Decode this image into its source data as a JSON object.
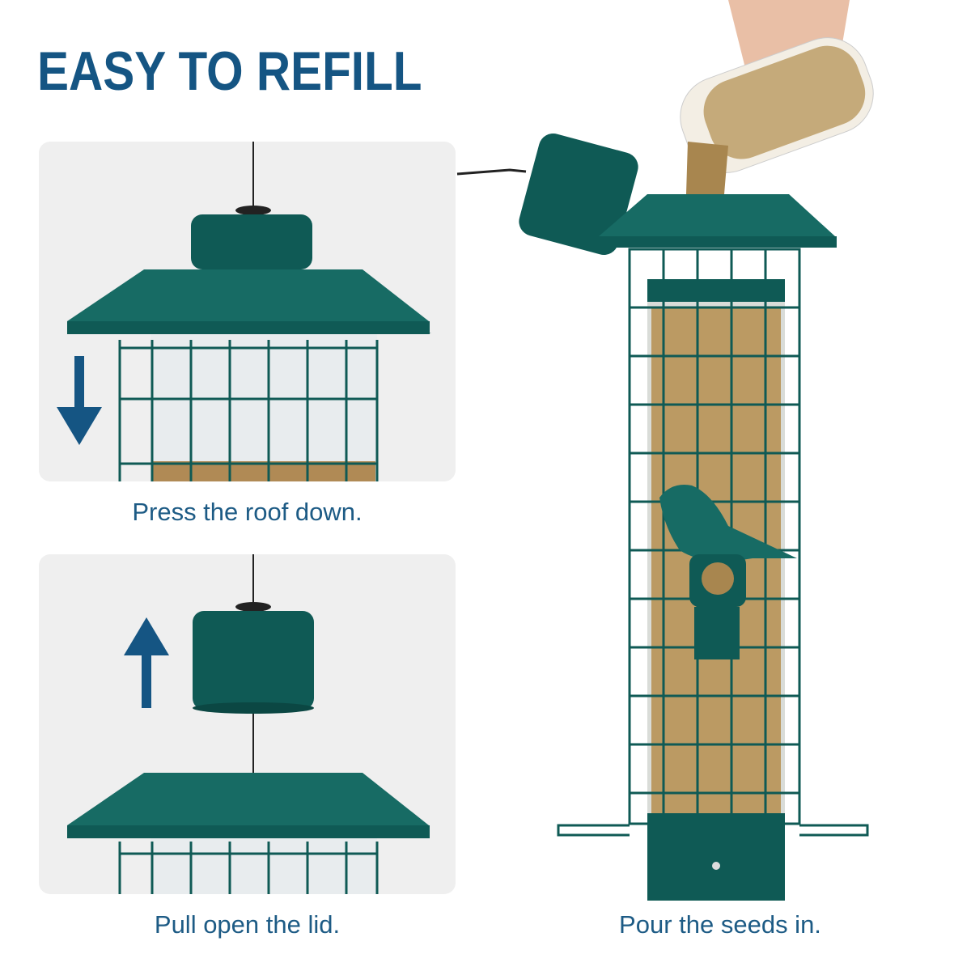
{
  "title": "EASY TO REFILL",
  "steps": [
    {
      "caption": "Press the roof down.",
      "arrow": "down"
    },
    {
      "caption": "Pull open the lid.",
      "arrow": "up"
    },
    {
      "caption": "Pour the seeds in."
    }
  ],
  "colors": {
    "title": "#155583",
    "feeder_green": "#0f5a55",
    "panel_bg": "#efefef"
  }
}
